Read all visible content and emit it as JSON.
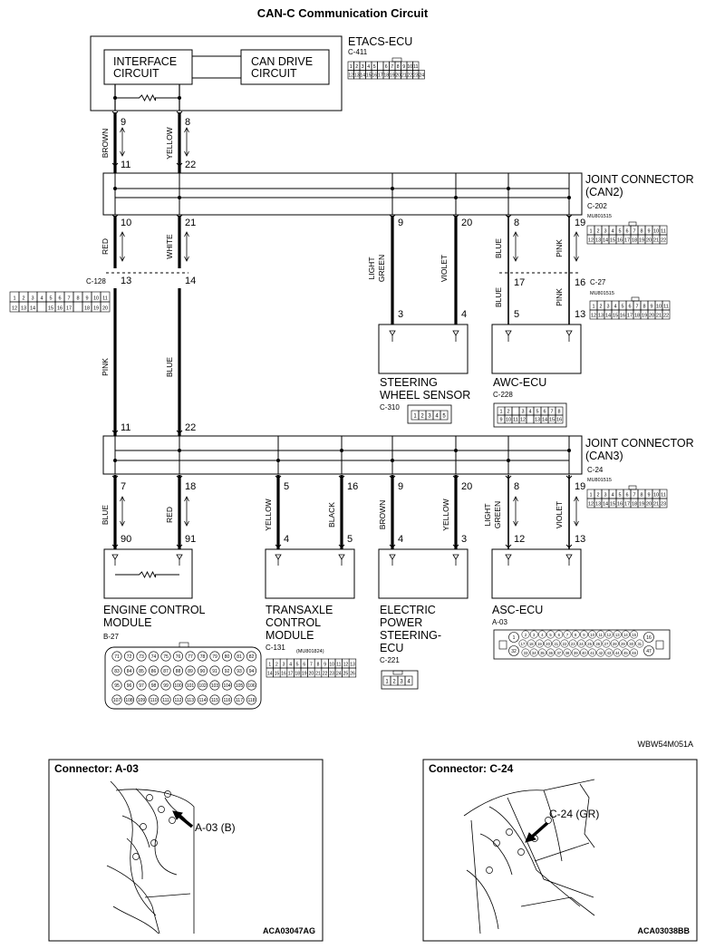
{
  "title": "CAN-C Communication Circuit",
  "etacs": {
    "name": "ETACS-ECU",
    "connector": "C-411",
    "interface": [
      "INTERFACE",
      "CIRCUIT"
    ],
    "can_drive": [
      "CAN DRIVE",
      "CIRCUIT"
    ]
  },
  "etacs_pins": [
    {
      "top": "9",
      "bottom": "11",
      "wire": "BROWN"
    },
    {
      "top": "8",
      "bottom": "22",
      "wire": "YELLOW"
    }
  ],
  "jc2": {
    "name": [
      "JOINT CONNECTOR",
      "(CAN2)"
    ],
    "connector": "C-202",
    "part": "MU801515"
  },
  "jc2_pins": [
    {
      "pin": "10",
      "wire": "RED",
      "next": "13"
    },
    {
      "pin": "21",
      "wire": "WHITE",
      "next": "14"
    },
    {
      "pin": "9",
      "wire": "LIGHT GREEN",
      "next": "3"
    },
    {
      "pin": "20",
      "wire": "VIOLET",
      "next": "4"
    },
    {
      "pin": "8",
      "wire": "BLUE",
      "next": "17"
    },
    {
      "pin": "19",
      "wire": "PINK",
      "next": "16"
    }
  ],
  "c128": {
    "connector": "C-128",
    "wires": [
      "PINK",
      "BLUE"
    ]
  },
  "c27": {
    "connector": "C-27",
    "part": "MU801515",
    "pins": [
      "5",
      "13"
    ],
    "wires": [
      "BLUE",
      "PINK"
    ]
  },
  "steering": {
    "name": [
      "STEERING",
      "WHEEL SENSOR"
    ],
    "connector": "C-310"
  },
  "awc": {
    "name": "AWC-ECU",
    "connector": "C-228"
  },
  "jc3": {
    "name": [
      "JOINT CONNECTOR",
      "(CAN3)"
    ],
    "connector": "C-24",
    "part": "MU801515",
    "in_pins": [
      "11",
      "22"
    ]
  },
  "jc3_pins": [
    {
      "pin": "7",
      "wire": "BLUE",
      "next": "90"
    },
    {
      "pin": "18",
      "wire": "RED",
      "next": "91"
    },
    {
      "pin": "5",
      "wire": "YELLOW",
      "next": "4"
    },
    {
      "pin": "16",
      "wire": "BLACK",
      "next": "5"
    },
    {
      "pin": "9",
      "wire": "BROWN",
      "next": "4"
    },
    {
      "pin": "20",
      "wire": "YELLOW",
      "next": "3"
    },
    {
      "pin": "8",
      "wire": "LIGHT GREEN",
      "next": "12"
    },
    {
      "pin": "19",
      "wire": "VIOLET",
      "next": "13"
    }
  ],
  "ecm": {
    "name": [
      "ENGINE CONTROL",
      "MODULE"
    ],
    "connector": "B-27"
  },
  "tcm": {
    "name": [
      "TRANSAXLE",
      "CONTROL",
      "MODULE"
    ],
    "connector": "C-131",
    "part": "(MU801824)"
  },
  "eps": {
    "name": [
      "ELECTRIC",
      "POWER",
      "STEERING-",
      "ECU"
    ],
    "connector": "C-221"
  },
  "asc": {
    "name": "ASC-ECU",
    "connector": "A-03"
  },
  "ref_code": "WBW54M051A",
  "panels": [
    {
      "title": "Connector: A-03",
      "callout": "A-03 (B)",
      "code": "ACA03047AG"
    },
    {
      "title": "Connector: C-24",
      "callout": "C-24 (GR)",
      "code": "ACA03038BB"
    }
  ]
}
